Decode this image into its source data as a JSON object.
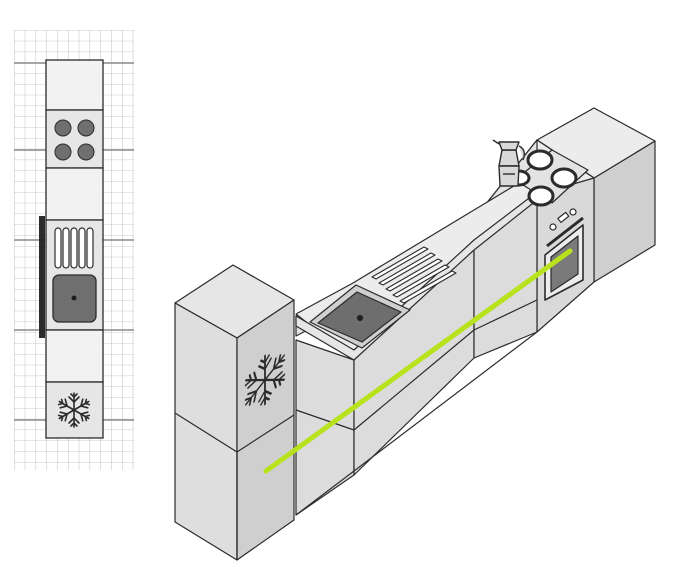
{
  "diagram": {
    "plan_view": {
      "modules": [
        "counter",
        "hob",
        "counter",
        "sink",
        "counter",
        "fridge"
      ],
      "hob_burners": 4,
      "sink_drainer_grooves": 5
    },
    "isometric_view": {
      "run_order": [
        "fridge",
        "counter",
        "sink",
        "counter",
        "hob",
        "oven"
      ],
      "appliances": [
        "fridge-freezer",
        "sink-with-drainer",
        "electric-hob",
        "built-in-oven",
        "moka-pot"
      ],
      "work_triangle_line": true
    }
  },
  "colors": {
    "background": "#ffffff",
    "grid": "#9a9a9a",
    "cabinet_top": "#ececec",
    "cabinet_front": "#dcdcdc",
    "cabinet_side": "#c8c8c8",
    "outline": "#2b2b2b",
    "appliance_dark": "#6f6f6f",
    "sink_basin": "#7a7a7a",
    "highlight_line": "#b7e21c"
  }
}
